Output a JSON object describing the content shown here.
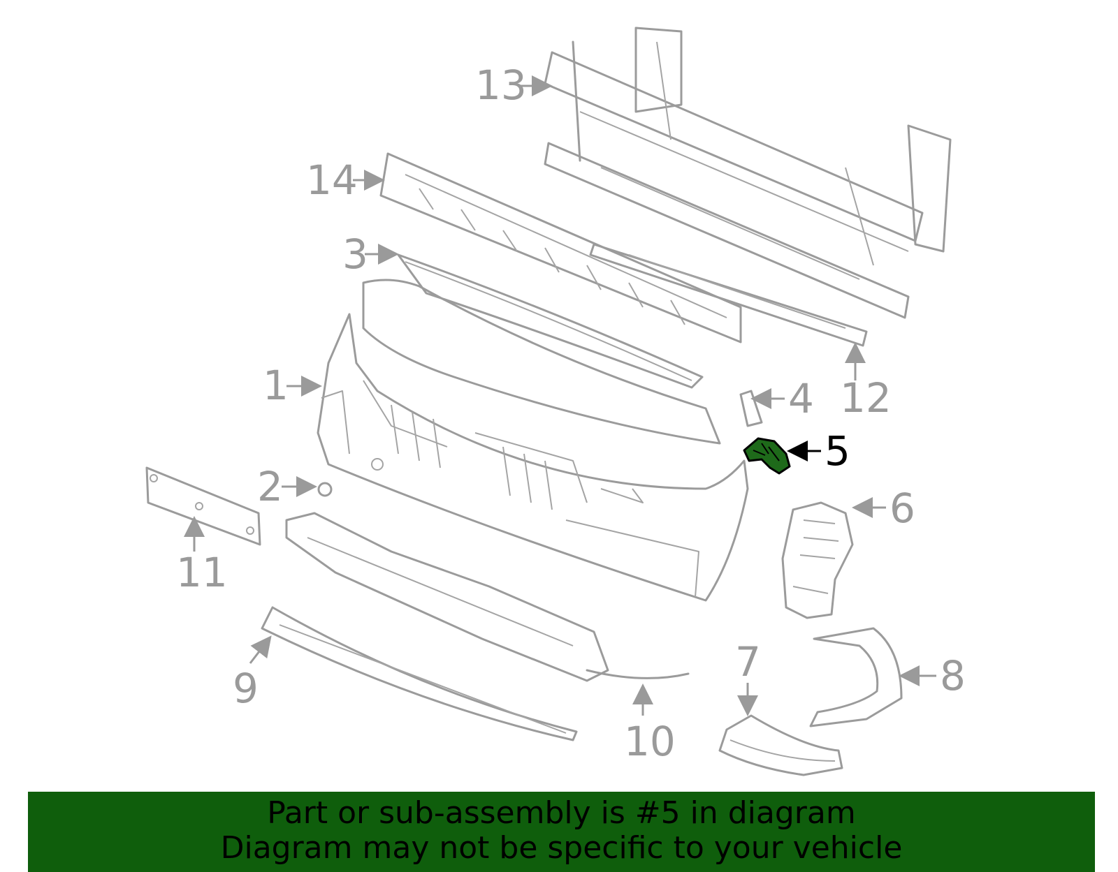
{
  "highlight_color": "#0f5e0c",
  "callouts": {
    "c1": "1",
    "c2": "2",
    "c3": "3",
    "c4": "4",
    "c5": "5",
    "c6": "6",
    "c7": "7",
    "c8": "8",
    "c9": "9",
    "c10": "10",
    "c11": "11",
    "c12": "12",
    "c13": "13",
    "c14": "14"
  },
  "highlighted_part": "5",
  "banner": {
    "line1": "Part or sub-assembly is #5 in diagram",
    "line2": "Diagram may not be specific to your vehicle"
  }
}
